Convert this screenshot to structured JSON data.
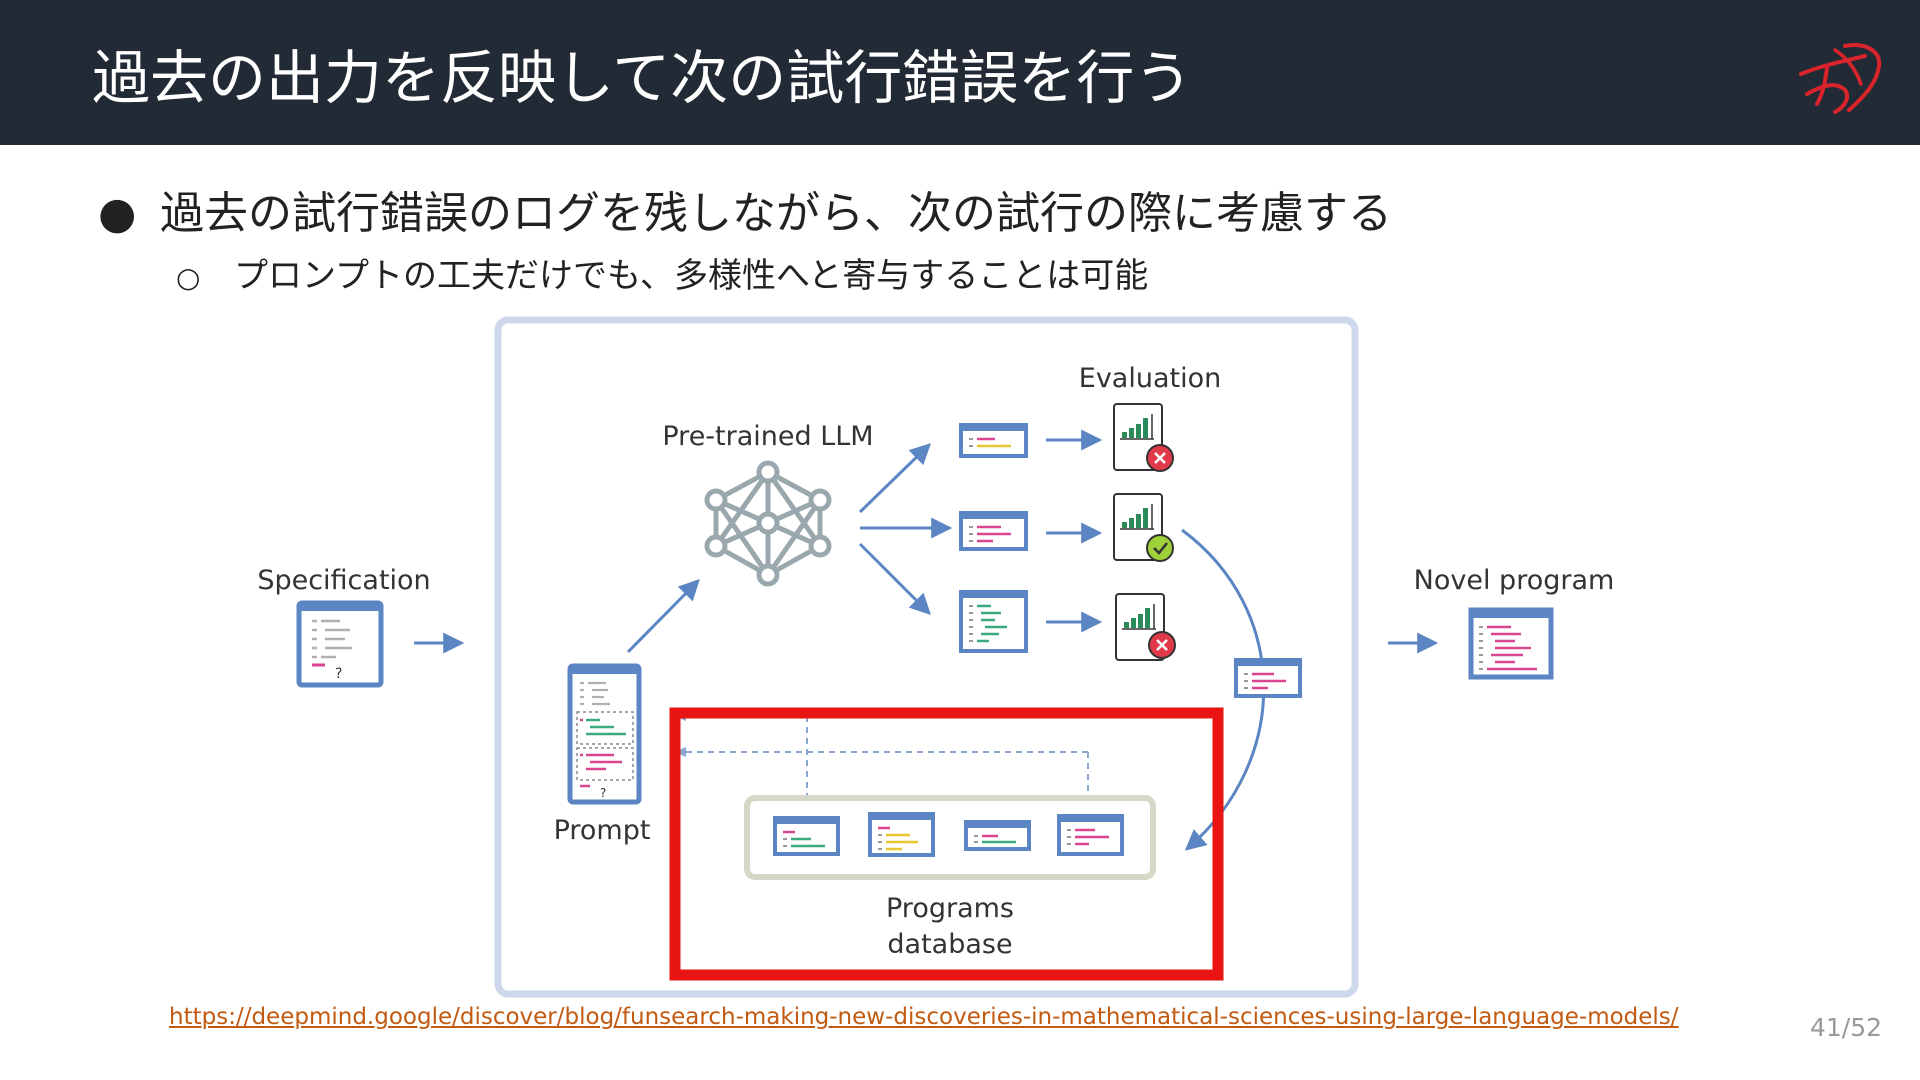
{
  "slide": {
    "title": "過去の出力を反映して次の試行錯誤を行う",
    "bullet_1": "過去の試行錯誤のログを残しながら、次の試行の際に考慮する",
    "bullet_2": "プロンプトの工夫だけでも、多様性へと寄与することは可能",
    "bullet_1_marker": "●",
    "bullet_2_marker": "○",
    "source_link": "https://deepmind.google/discover/blog/funsearch-making-new-discoveries-in-mathematical-sciences-using-large-language-models/",
    "page_number": "41/52"
  },
  "diagram": {
    "specification_label": "Specification",
    "pretrained_llm_label": "Pre-trained LLM",
    "evaluation_label": "Evaluation",
    "novel_program_label": "Novel program",
    "prompt_label": "Prompt",
    "programs_database_line1": "Programs",
    "programs_database_line2": "database",
    "question_mark": "?",
    "highlight_color": "#e81512",
    "program_window_color": "#5b86c3"
  }
}
